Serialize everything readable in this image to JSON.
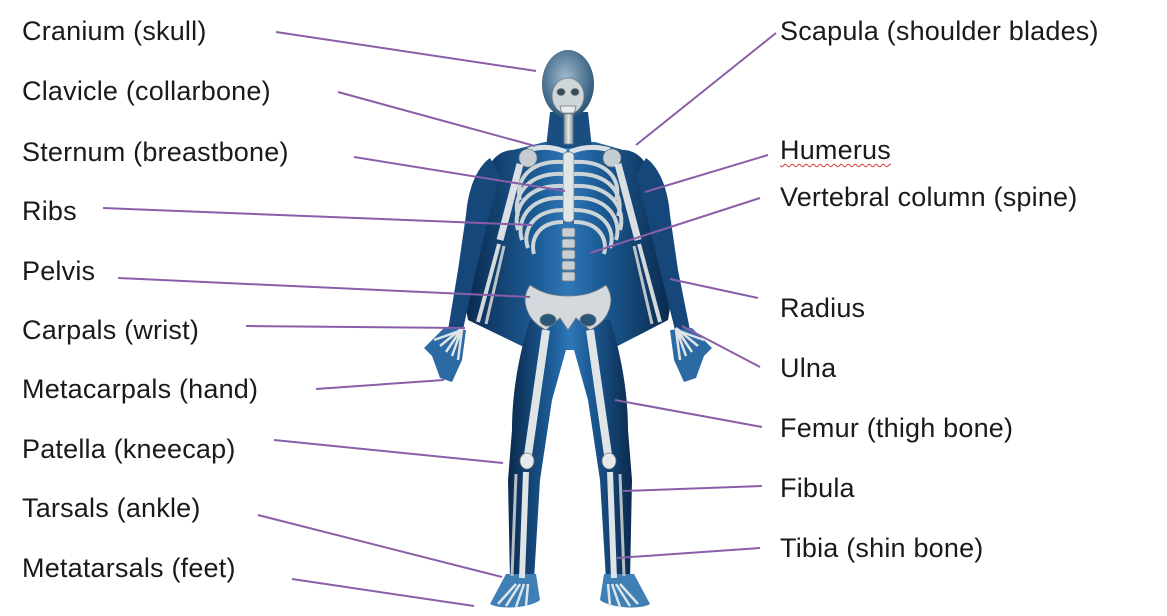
{
  "colors": {
    "leader": "#8a5ea8",
    "body_dark": "#0b2a4e",
    "body_mid": "#1c5c96",
    "body_light": "#3f8fcf",
    "bone": "#cfd6da",
    "bone_shadow": "#7e8990",
    "text": "#1a1a1a",
    "spellcheck": "#d23a3a"
  },
  "labels_left": [
    {
      "text": "Cranium (skull)"
    },
    {
      "text": "Clavicle (collarbone)"
    },
    {
      "text": "Sternum (breastbone)"
    },
    {
      "text": "Ribs"
    },
    {
      "text": "Pelvis"
    },
    {
      "text": "Carpals (wrist)"
    },
    {
      "text": "Metacarpals (hand)"
    },
    {
      "text": "Patella (kneecap)"
    },
    {
      "text": "Tarsals (ankle)"
    },
    {
      "text": "Metatarsals (feet)"
    }
  ],
  "labels_right": [
    {
      "text": "Scapula (shoulder blades)"
    },
    {
      "text": "Humerus",
      "spellcheck": true
    },
    {
      "text": "Vertebral column (spine)"
    },
    {
      "text": "Radius"
    },
    {
      "text": "Ulna"
    },
    {
      "text": "Femur (thigh bone)"
    },
    {
      "text": "Fibula"
    },
    {
      "text": "Tibia (shin bone)"
    }
  ],
  "figure": {
    "icon": "human-skeleton-figure"
  }
}
